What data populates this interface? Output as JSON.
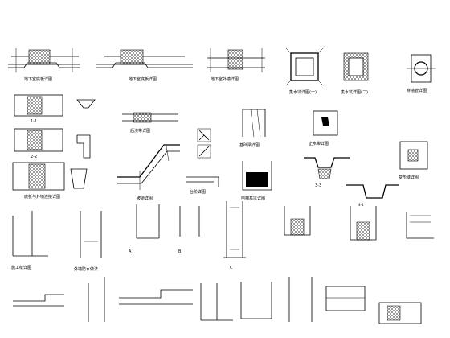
{
  "labels": {
    "sec1": "地下室底板详图",
    "sec2": "地下室底板详图",
    "sec3": "地下室外墙详图",
    "jishui1": "集水坑详图(一)",
    "jishui2": "集水坑详图(二)",
    "sec_a": "1-1",
    "sec_b": "2-2",
    "sec_c": "3-3",
    "sec_d": "4-4",
    "houjiao": "后浇带详图",
    "dianti": "电梯基坑详图",
    "shuiyadai": "止水带详图",
    "bianxing": "变形缝详图",
    "chuqiang": "穿墙管详图",
    "shiyong": "施工缝详图",
    "wailiang": "外墙防水做法",
    "lianjie": "底板与外墙连接详图",
    "jiaoxian": "基础梁详图",
    "taijie": "台阶详图",
    "ramp": "坡道详图",
    "numA": "A",
    "numB": "B",
    "numC": "C"
  }
}
